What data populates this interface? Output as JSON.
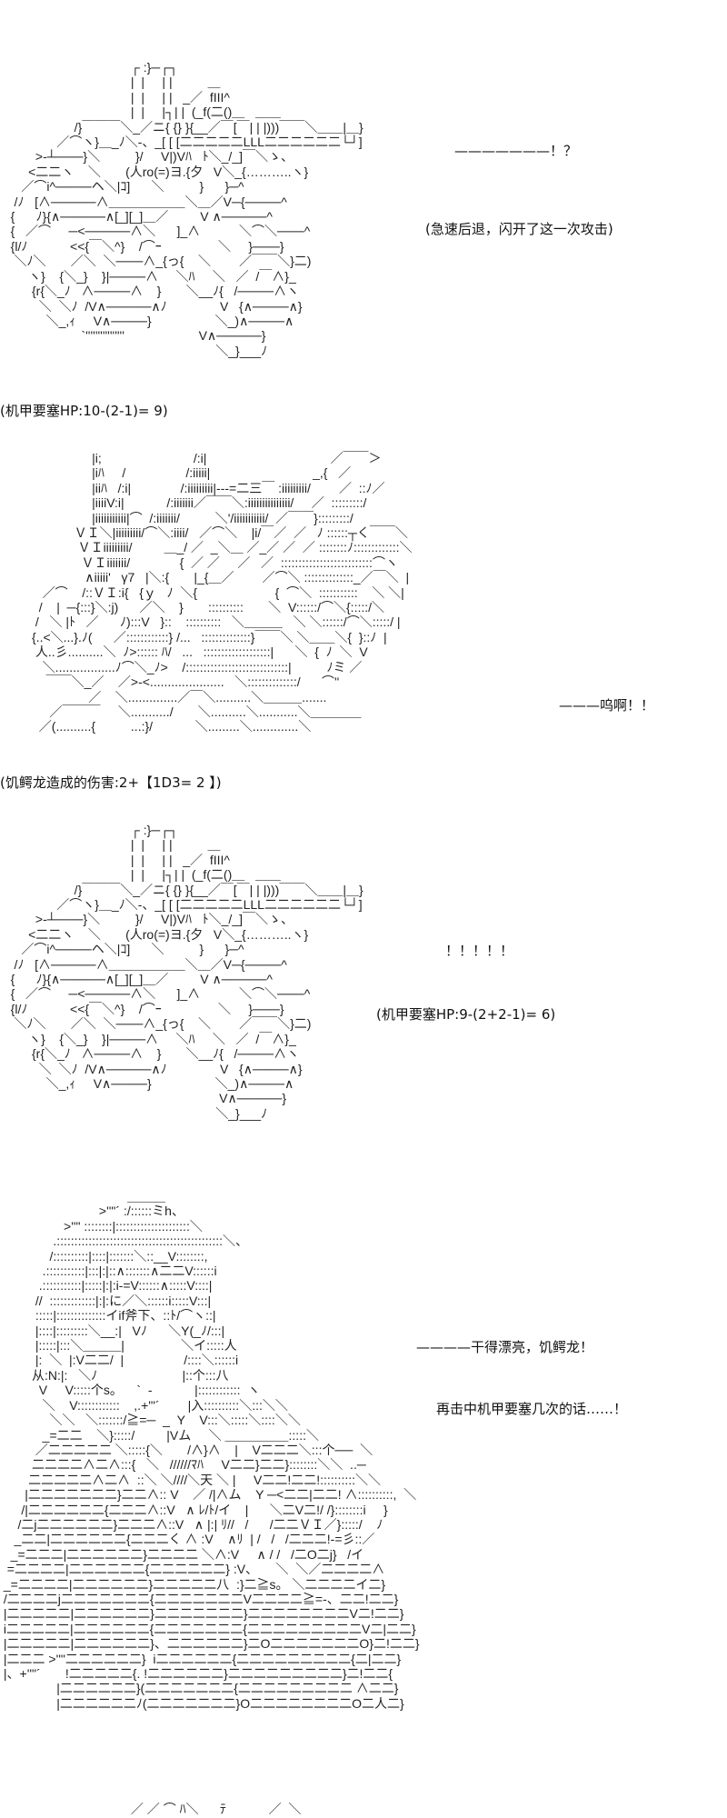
{
  "panels": [
    {
      "art": [
        "                                     ┌ :}─┌┐",
        "                                     |  |     | |          ＿",
        "                                     |  |     | |   _／  fIII^",
        "                                     |  |     |┐| |  (_f(二()＿   ＿＿",
        "                     /}￣￣￣＼_／ニ{ {} }{__／￣[￣| | |)))￣￣＼＿＿|＿}",
        "                ／⌒ヽ}＿_ﾉ＼-、_[ [ [二二二二二LLL二二二二二二└┘]",
        "          >-┴───}＼          }/     V|)Vﾊ   ﾄ＼_/_]￣＼ゝ、",
        "        <二二ヽ    ＼       (人ro(=)ヨ.{夕   V＼_{………..ヽ}",
        "      ／⌒i^────ヘ＼|ｺ]      ＼          }      }─^",
        "    /ﾉ   [∧─────∧＿＿＿＿＿＿＼＿／V─{────^",
        "   {      ﾉ}{∧─────∧[_][_]＿／         V ∧─────^",
        "   {   ／⌒     ─<─────∧＼      ]_∧           ＼⌒＼───^",
        "   {l/ﾉ            <<{￣＼^}    /⌒ｰ                ＼     }───}",
        "    ＼ﾉ＼       ／＼  ＼───∧_{っ{    ＼        ／￣￣＼}二)",
        "        ヽ}    {＼_}    }|────∧     ＼ﾊ     ＼   ／  /￣∧}_",
        "         {r{＼_ﾉ   ∧────∧    }       ＼__ﾉ{   /────∧ヽ",
        "           ＼  ＼ﾉ  /V∧─────∧ﾉ               V   {∧────∧}",
        "             ＼_,ｨ     V∧────}                  ＼_)∧────∧",
        "                       `''''''''''''''''                     V∧─────}",
        "                                                             ＼_}___ﾉ"
      ],
      "exclaim": "———————！？",
      "narration": "(急速后退，闪开了这一次攻击)",
      "status": "(机甲要塞HP:10-(2-1)= 9)"
    },
    {
      "art": [
        "                          |i;                          /:i|                                   ／￣￣＞",
        "                          |iﾊ     /                 /:iiiii|                             _,{   ／",
        "                          |iiﾊ   /:i|              /:iiiiiiiii|---=二三￣ :iiiiiiiii/        ／  ::ﾉ／",
        "                          |iiiiV:i|            /:iiiiiii／￣￣＼:iiiiiiiiiiiiiii/     ／  :::::::::/",
        "                          |iiiiiiiiiii|⌒  /:iiiiiii/          ＼'/iiiiiiiiiii/  ／￣￣}:::::::::/",
        "                     ＶＩ＼|iiiiiiiii/⌒＼:iiii/   ／⌒＼    |i/￣／  ／   ﾉ ::::::┬く￣￣＼",
        "                      ＶＩiiiiiiiii/         ＿_/ ／  _＼＿ ／_／ ／  ／ ::::::::ﾉ:::::::::::::＼",
        "                       ＶＩiiiiiii/              {  ／ ／     ／   ／  ::::::::::::::::::::::::::⌒ヽ",
        "                        ∧iiiii'   γ7   |＼:{       |_{＿／        ／⌒＼ ::::::::::::::_／￣＼  |",
        "            ／⌒    /::ＶＩ:i{   {ｙ   ﾉ  ＼{                      {  ⌒＼  :::::::::::    ＼ ＼|",
        "           /    |  ─{:::}＼:j)      ／＼    }       ::::::::::       ＼  V::::::/⌒＼{:::::/＼",
        "          /   ＼ |ﾄ   ／      ﾉ):::V   }::    ::::::::::   ＼＿＿＿   ＼ ＼::::::/⌒＼:::::/ |",
        "         {..<＼...}.ﾉ(      ／::::::::::::} /...   ::::::::::::::}￣￣＼ ＼＿＿＼{  }::ﾉ  |",
        "          人..彡..........＼  ﾉ>:::::: ﾊ/   ...   :::::::::::::::::::|      ＼  {  ﾉ  ＼  V",
        "            ＼.................ﾉ⌒＼_ﾉ>    /:::::::::::::::::::::::::::::|          ﾉミ ／",
        "             ￣￣＼_／    ／>-<.....................   ＼::::::::::::::/      ⌒''",
        "                         ／    ＼..............／￣＼..........＼＿＿＿.......",
        "              ／￣￣￣     ＼.........../       ＼..........＼...........＼＿＿＿＿",
        "           ／(..........{          ...:}/            ＼.........＼.............＼"
      ],
      "exclaim": "———呜啊！！",
      "status": "(饥鳄龙造成的伤害:2+【1D3= 2 】)"
    },
    {
      "art": [
        "                                     ┌ :}─┌┐",
        "                                     |  |     | |          ＿",
        "                                     |  |     | |   _／  fIII^",
        "                                     |  |     |┐| |  (_f(二()＿   ＿＿",
        "                     /}￣￣￣＼_／ニ{ {} }{__／￣[￣| | |)))￣￣＼＿＿|＿}",
        "                ／⌒ヽ}＿_ﾉ＼-、_[ [ [二二二二二LLL二二二二二二└┘]",
        "          >-┴───}＼          }/     V|)Vﾊ   ﾄ＼_/_]￣＼ゝ、",
        "        <二二ヽ    ＼       (人ro(=)ヨ.{夕   V＼_{………..ヽ}",
        "      ／⌒i^────ヘ＼|ｺ]      ＼          }      }─^",
        "    /ﾉ   [∧─────∧＿＿＿＿＿＿＼＿／V─{────^",
        "   {      ﾉ}{∧─────∧[_][_]＿／         V ∧─────^",
        "   {   ／⌒     ─<─────∧＼      ]_∧           ＼⌒＼───^",
        "   {l/ﾉ            <<{￣＼^}    /⌒ｰ                ＼     }───}",
        "    ＼ﾉ＼       ／＼  ＼───∧_{っ{    ＼        ／￣￣＼}二)",
        "        ヽ}    {＼_}    }|────∧     ＼ﾊ     ＼   ／  /￣∧}_",
        "         {r{＼_ﾉ   ∧────∧    }       ＼__ﾉ{   /────∧ヽ",
        "           ＼  ＼ﾉ  /V∧─────∧ﾉ               V   {∧────∧}",
        "             ＼_,ｨ     V∧────}                  ＼_)∧────∧",
        "                                                              V∧─────}",
        "                                                             ＼_}___ﾉ"
      ],
      "exclaim": "！！！！！",
      "status": "(机甲要塞HP:9-(2+2-1)= 6)"
    },
    {
      "art": [
        "                                    ＿＿＿",
        "                            >''\"´ :/::::::ミh、",
        "                  >''\" ::::::::|:::::::::::::::::::::＼",
        "               .:::::::::::::::::::::::::::::::::::::::::::::::＼、",
        "              /::::::::::|::::|:::::::＼::__V::::::::,",
        "            .:::::::::::|:::|:|::∧:::::::∧二二V::::::i",
        "           .:::::::::::|:::::|:|:i-=V::::::∧:::::V::::|",
        "          //  :::::::::::::|:|:に／＼::::::i:::::V:::|",
        "          :::::|::::::::::::::イif斧下、::ﾄ/⌒ヽ::|",
        "          |::::|:::::::::＼__:|   Vﾉ      ＼Y(_ﾉ/:::|",
        "          |:::::|:::＼＿＿＿|                ＼イ:::::人",
        "          |:  ＼  |:V二二/  |                 /::::＼::::::i",
        "         从:N:|:   ＼ﾉ                        |::个:::八",
        "           V     V:::::个s。    `  -            |::::::::::::  ヽ",
        "            ＼    V::::::::::::    ,.+'\"´        |入::::::::::＼:::＼＼",
        "              ＼＼   ＼:::::::/≧=─  _  Y    V:::＼:::::＼::::＼＼",
        "            _=二二    ＼}:::::/         |Vム     ＼ ＿＿＿＿＿:::::＼",
        "          ／二二二二二 ＼:::::{＼       /∧}∧    |    V二二二＼:::个──  ＼",
        "         二二二二∧二∧:::{   ＼   //////ﾏﾊ     V二二}二二}::::::::＼＼  ..─",
        "        二二二二二∧二∧  ::＼ ＼////＼天 ＼ |     V二二!二二!::::::::::＼＼",
        "       |二二二二二二二}二二∧:: V    ／ /|∧ム    Y ─<二二|二二! ∧::::::::::,  ＼",
        "      /|二二二二二二{二二二∧::V   ∧ ﾚ/ﾄ/イ    |      ＼二V二!/ /}::::::::i     }",
        "     /二j二二二二二二}二二二∧::V   ∧ |:| ﾘ//   /      /二二ＶＩ／}:::::/    ﾉ",
        "    _二二|二二二二二二{二二二く ∧ :V    ∧ﾘ  | /   /   /二二二!-=彡::／",
        "   _=二二二|二二二二二二}二二二二 ＼∧:V     ∧ / /   /二O二j}   /イ",
        "  =二二二二|二二二二二二{二二二二二二} :V、     ＼  ＼／二二二二∧",
        " _=二二二二|二二二二二二}二二二二二八  :}二≧s。 ＼二二二二イ二}",
        " /二二二二j二二二二二二二{二二二二二二二V二二二二≧=-、二二!二二}",
        " |二二二二二|二二二二二二}二二二二二二二}二二二二二二二二V二!二二}",
        " i二二二二二|二二二二二二{二二二二二二二{二二二二二二二二二V二|二二}",
        " |二二二二二|二二二二二二}、二二二二二二}二O二二二二二二二O}二!二二}",
        " |二二二 >''\"二二二二二二}  i二二二二二二{二二二二二二二二二{二|二二}",
        " |、+''\"´       !二二二二二{. !二二二二二二}二二二二二二二二二}二!二二{",
        "                |二二二二二二}(二二二二二二二{二二二二二二二二二 ∧二二}",
        "                |二二二二二二ﾉ(二二二二二二二}O二二二二二二二二O二人二}"
      ],
      "line1": "————干得漂亮，饥鳄龙！",
      "line2": "再击中机甲要塞几次的话……！"
    }
  ],
  "footer_art": "                                     ／ ／ ⌒ ﾊ＼      ﾃ            ／  ＼"
}
